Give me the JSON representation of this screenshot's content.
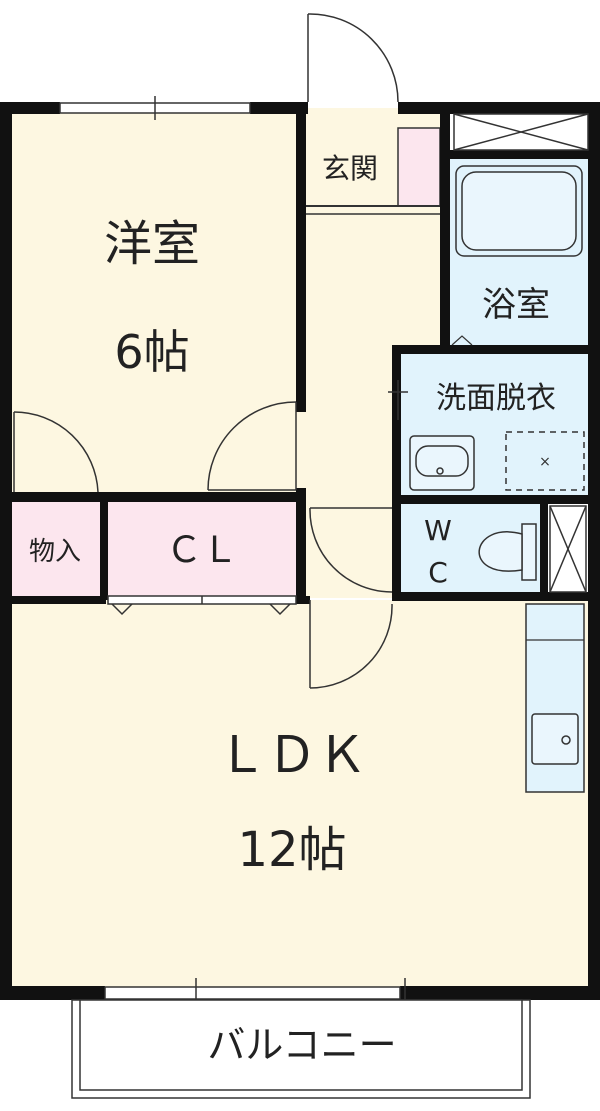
{
  "rooms": {
    "western": {
      "name": "洋室",
      "size": "6帖"
    },
    "ldk": {
      "name": "ＬＤＫ",
      "size": "12帖"
    },
    "entrance": {
      "name": "玄関"
    },
    "bath": {
      "name": "浴室"
    },
    "washroom": {
      "name": "洗面脱衣"
    },
    "wc": {
      "line1": "W",
      "line2": "C"
    },
    "closet": {
      "name": "ＣＬ"
    },
    "storage": {
      "name": "物入"
    },
    "balcony": {
      "name": "バルコニー"
    }
  },
  "colors": {
    "floor": "#fdf7e1",
    "closet": "#fce6ee",
    "wet_area": "#e1f3fc",
    "wall": "#111111"
  }
}
